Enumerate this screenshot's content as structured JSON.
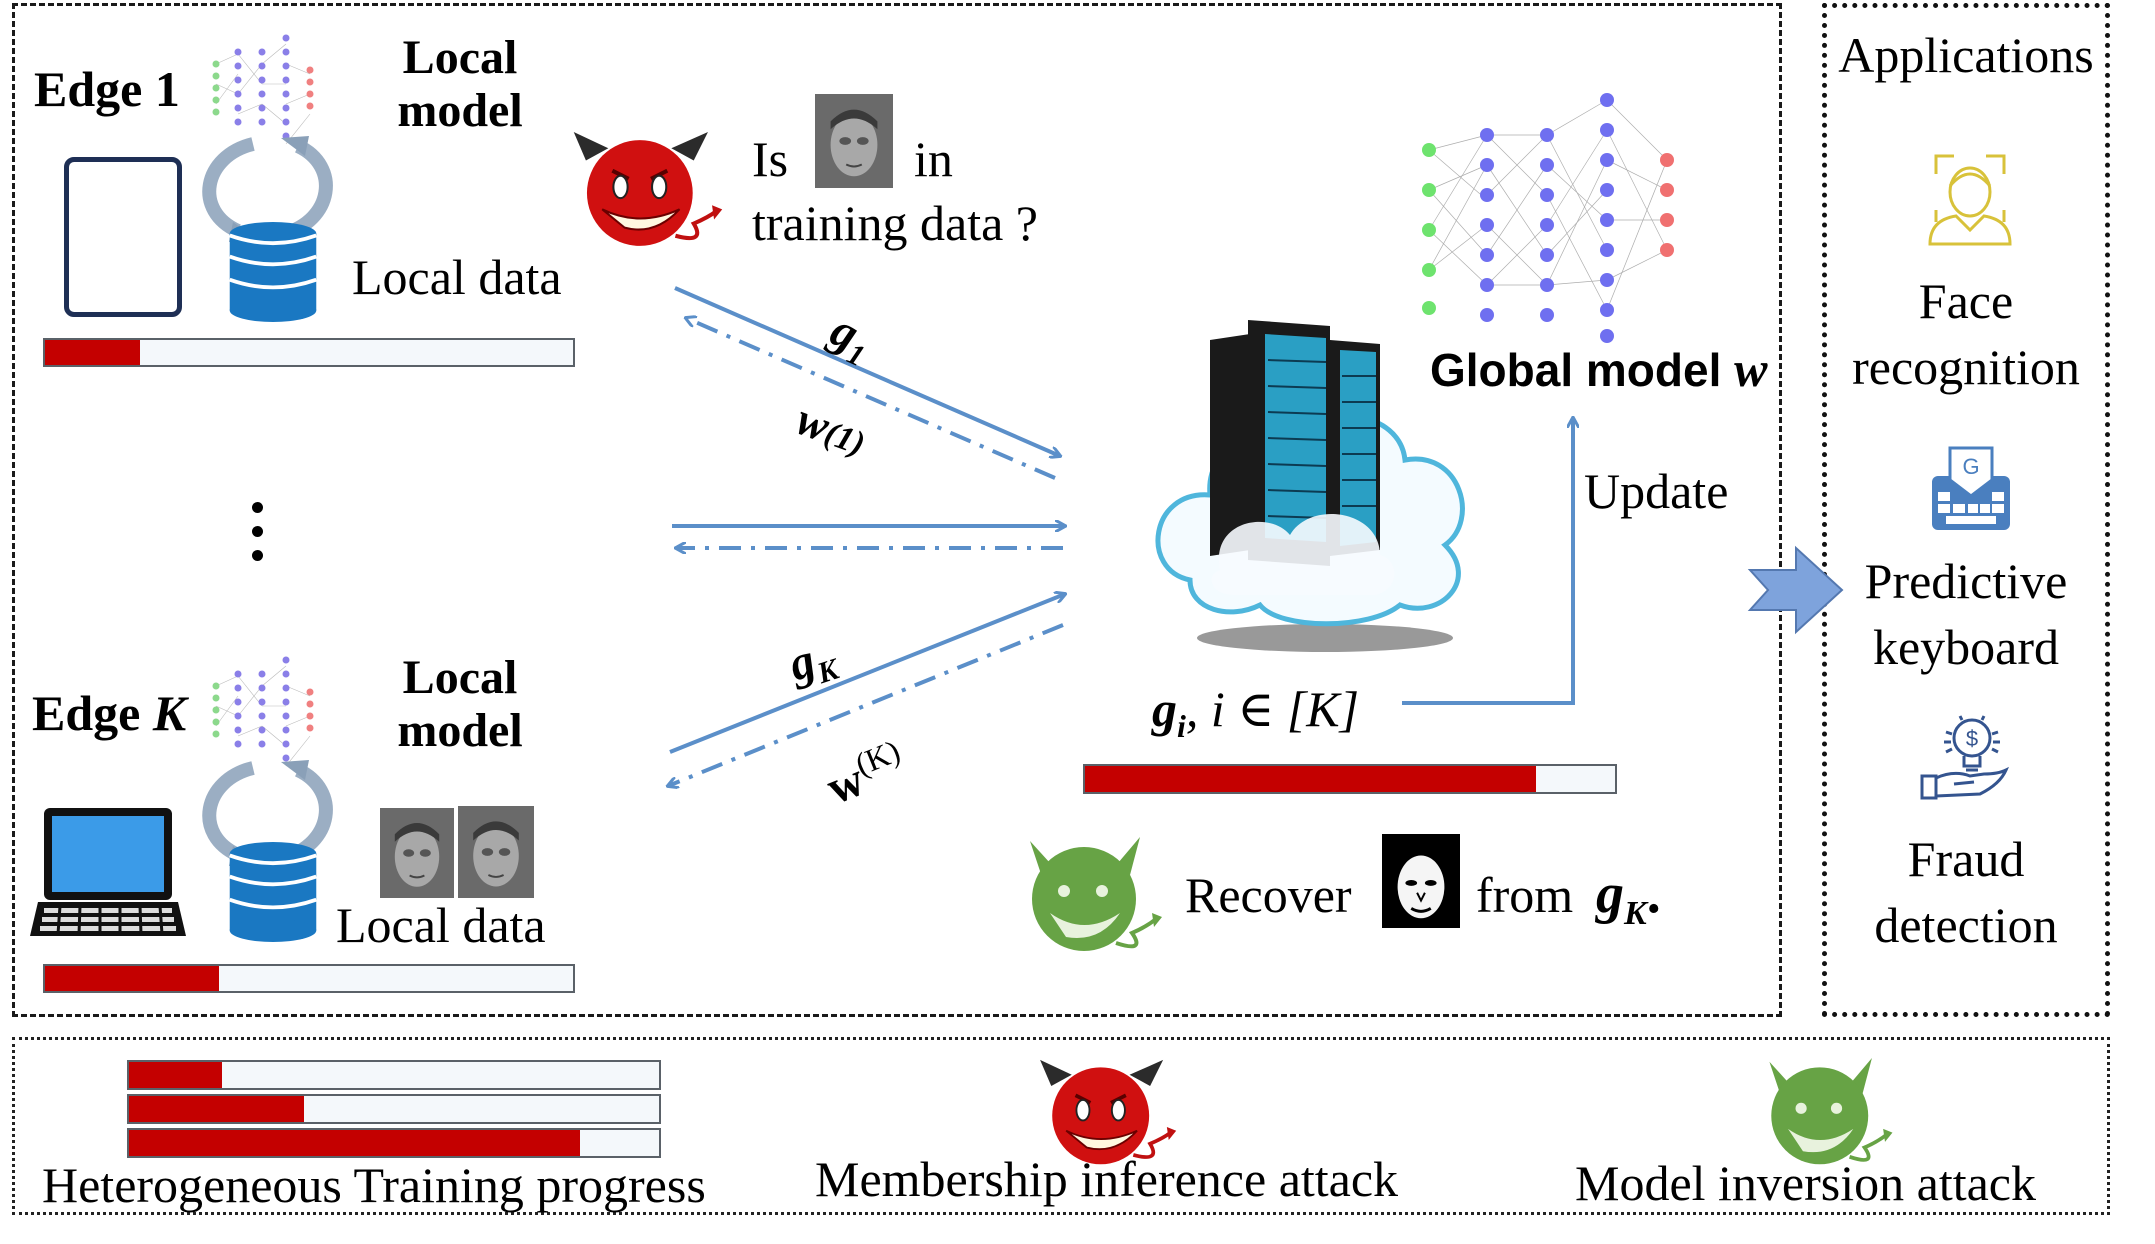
{
  "edges": [
    {
      "title_prefix": "Edge",
      "title_index": "1",
      "local_model_label": "Local\nmodel",
      "local_model_line1": "Local",
      "local_model_line2": "model",
      "local_data_label": "Local data",
      "device": "smartphone",
      "progress": 0.18
    },
    {
      "title_prefix": "Edge",
      "title_index": "K",
      "local_model_line1": "Local",
      "local_model_line2": "model",
      "local_data_label": "Local data",
      "device": "laptop",
      "progress": 0.33
    }
  ],
  "ellipsis": "⋮",
  "membership_question": {
    "prefix": "Is",
    "suffix": "in",
    "line2": "training data ?"
  },
  "arrows": {
    "edge1_upload_label": "g",
    "edge1_upload_sub": "1",
    "edge1_download_label": "w",
    "edge1_download_sup": "(1)",
    "edgeK_upload_label": "g",
    "edgeK_upload_sub": "K",
    "edgeK_download_label": "w",
    "edgeK_download_sup": "(K)"
  },
  "server": {
    "global_model_label": "Global model",
    "global_model_var": "w",
    "update_label": "Update",
    "aggregate_var": "g",
    "aggregate_sub": "i",
    "aggregate_range": ", i ∈ [K]",
    "progress": 0.85
  },
  "model_inversion": {
    "prefix": "Recover",
    "suffix": "from",
    "var": "g",
    "var_sub": "K",
    "end": "."
  },
  "applications": {
    "title": "Applications",
    "items": [
      {
        "line1": "Face",
        "line2": "recognition",
        "icon": "face-recognition-icon"
      },
      {
        "line1": "Predictive",
        "line2": "keyboard",
        "icon": "keyboard-icon"
      },
      {
        "line1": "Fraud",
        "line2": "detection",
        "icon": "fraud-detection-icon"
      }
    ]
  },
  "legend": {
    "progress_label": "Heterogeneous Training progress",
    "progress_samples": [
      0.175,
      0.33,
      0.85
    ],
    "membership_label": "Membership inference attack",
    "inversion_label": "Model inversion attack"
  },
  "colors": {
    "progress_fill": "#c40000",
    "arrow_blue": "#5b8fc9",
    "red_devil": "#d01010",
    "green_devil": "#67a345"
  }
}
